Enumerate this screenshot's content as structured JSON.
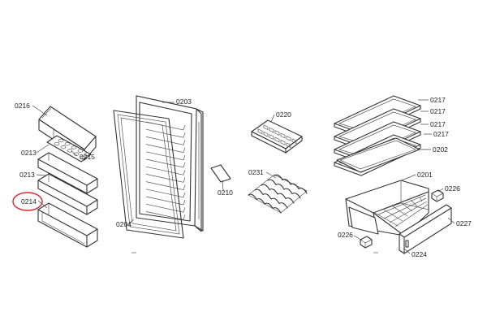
{
  "diagram": {
    "part_labels": {
      "p0216": "0216",
      "p0213a": "0213",
      "p0215": "0215",
      "p0213b": "0213",
      "p0214": "0214",
      "p0203": "0203",
      "p0204": "0204",
      "p0210": "0210",
      "p0220": "0220",
      "p0231": "0231",
      "p0217a": "0217",
      "p0217b": "0217",
      "p0217c": "0217",
      "p0217d": "0217",
      "p0202": "0202",
      "p0201": "0201",
      "p0226a": "0226",
      "p0226b": "0226",
      "p0227": "0227",
      "p0224": "0224"
    },
    "highlight": {
      "part": "0214",
      "color": "#d9262b"
    }
  }
}
